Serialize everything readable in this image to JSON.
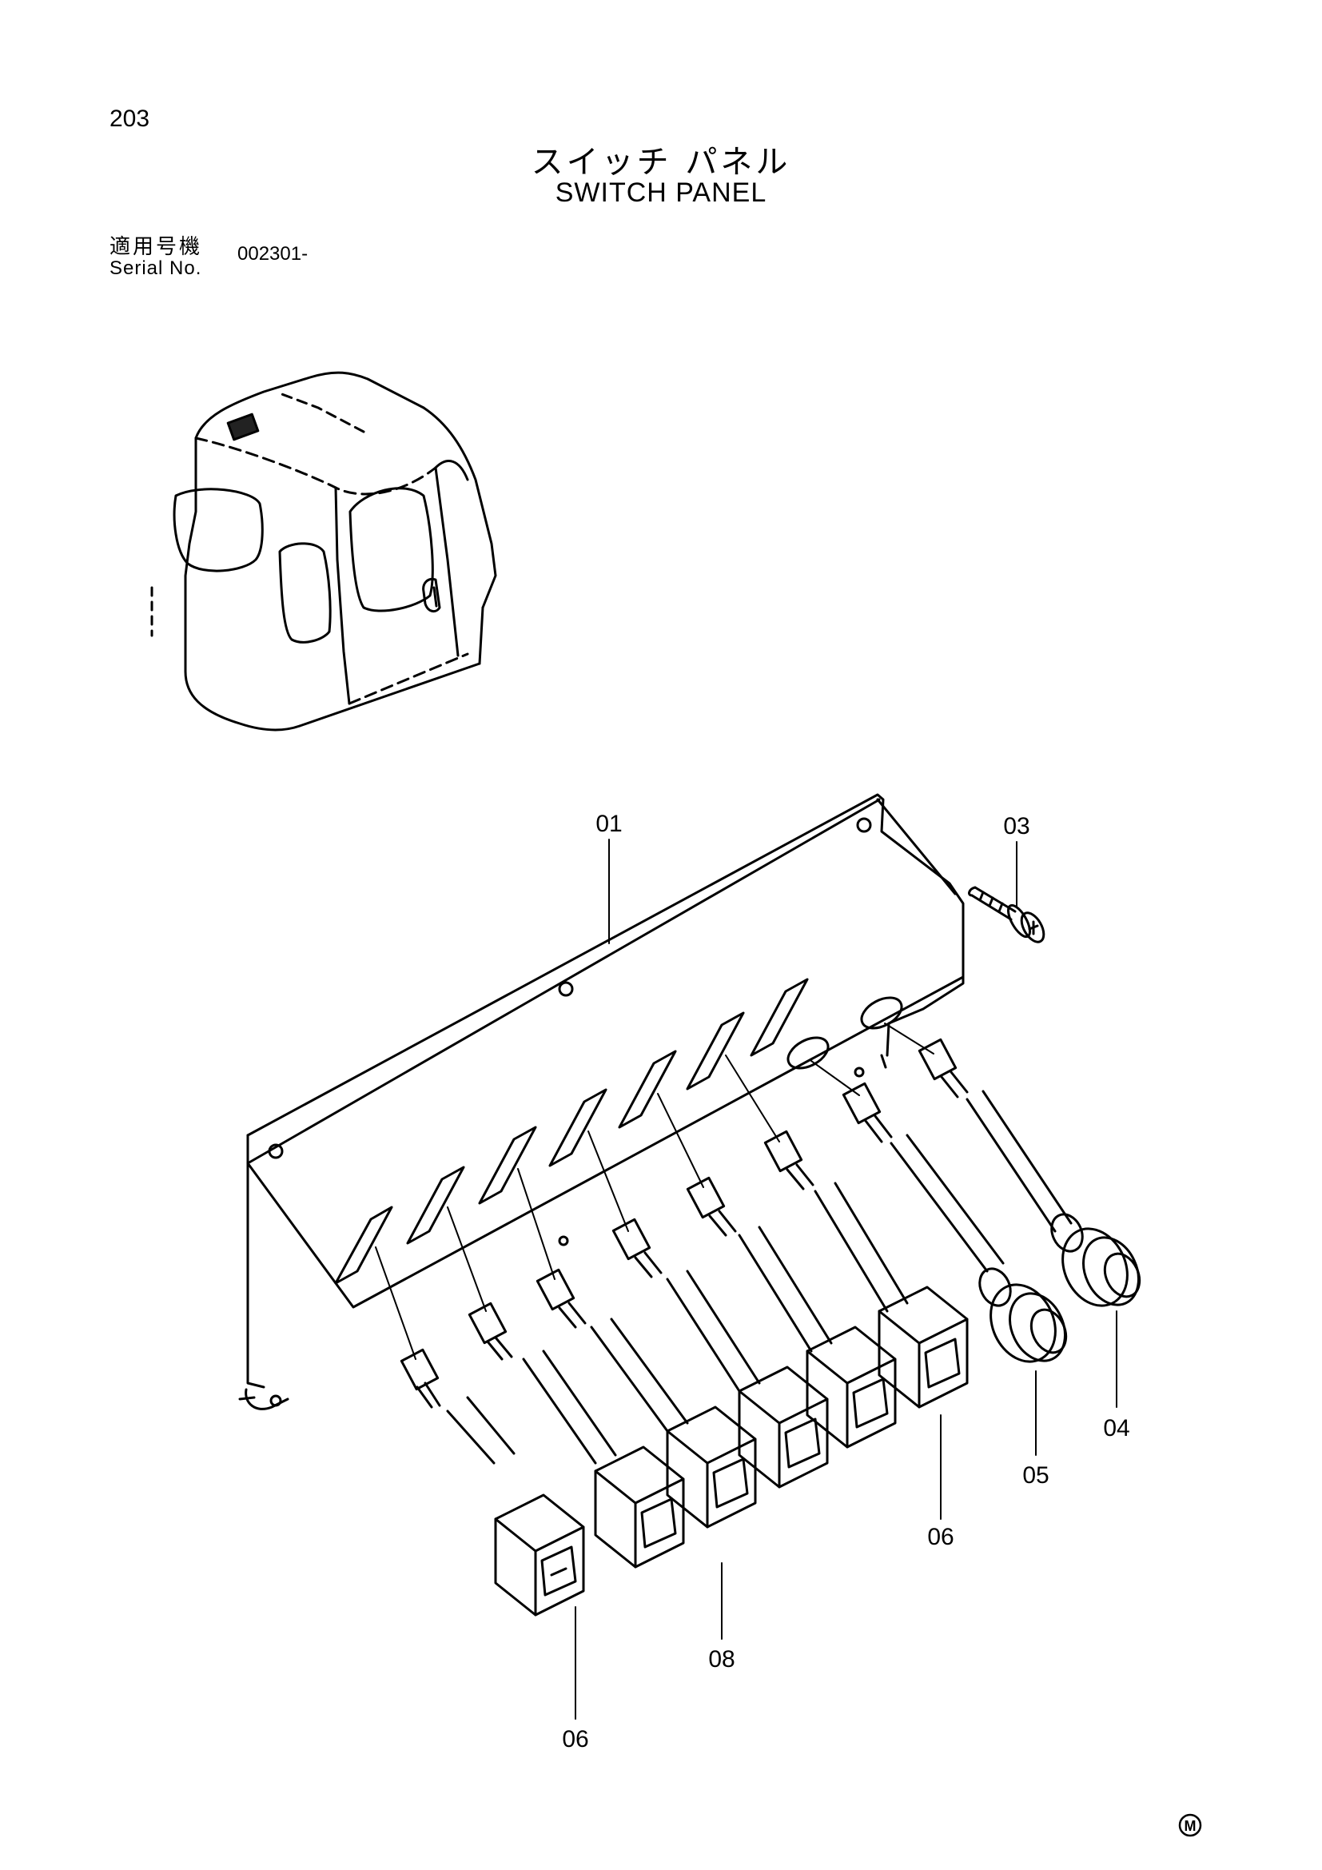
{
  "header": {
    "page_number": "203",
    "title_jp": "スイッチ パネル",
    "title_en": "SWITCH PANEL",
    "serial_label_jp": "適用号機",
    "serial_label_en": "Serial No.",
    "serial_value": "002301-"
  },
  "callouts": {
    "c01": "01",
    "c03": "03",
    "c04": "04",
    "c05": "05",
    "c06a": "06",
    "c06b": "06",
    "c08": "08"
  },
  "footer": {
    "mark": "M"
  }
}
